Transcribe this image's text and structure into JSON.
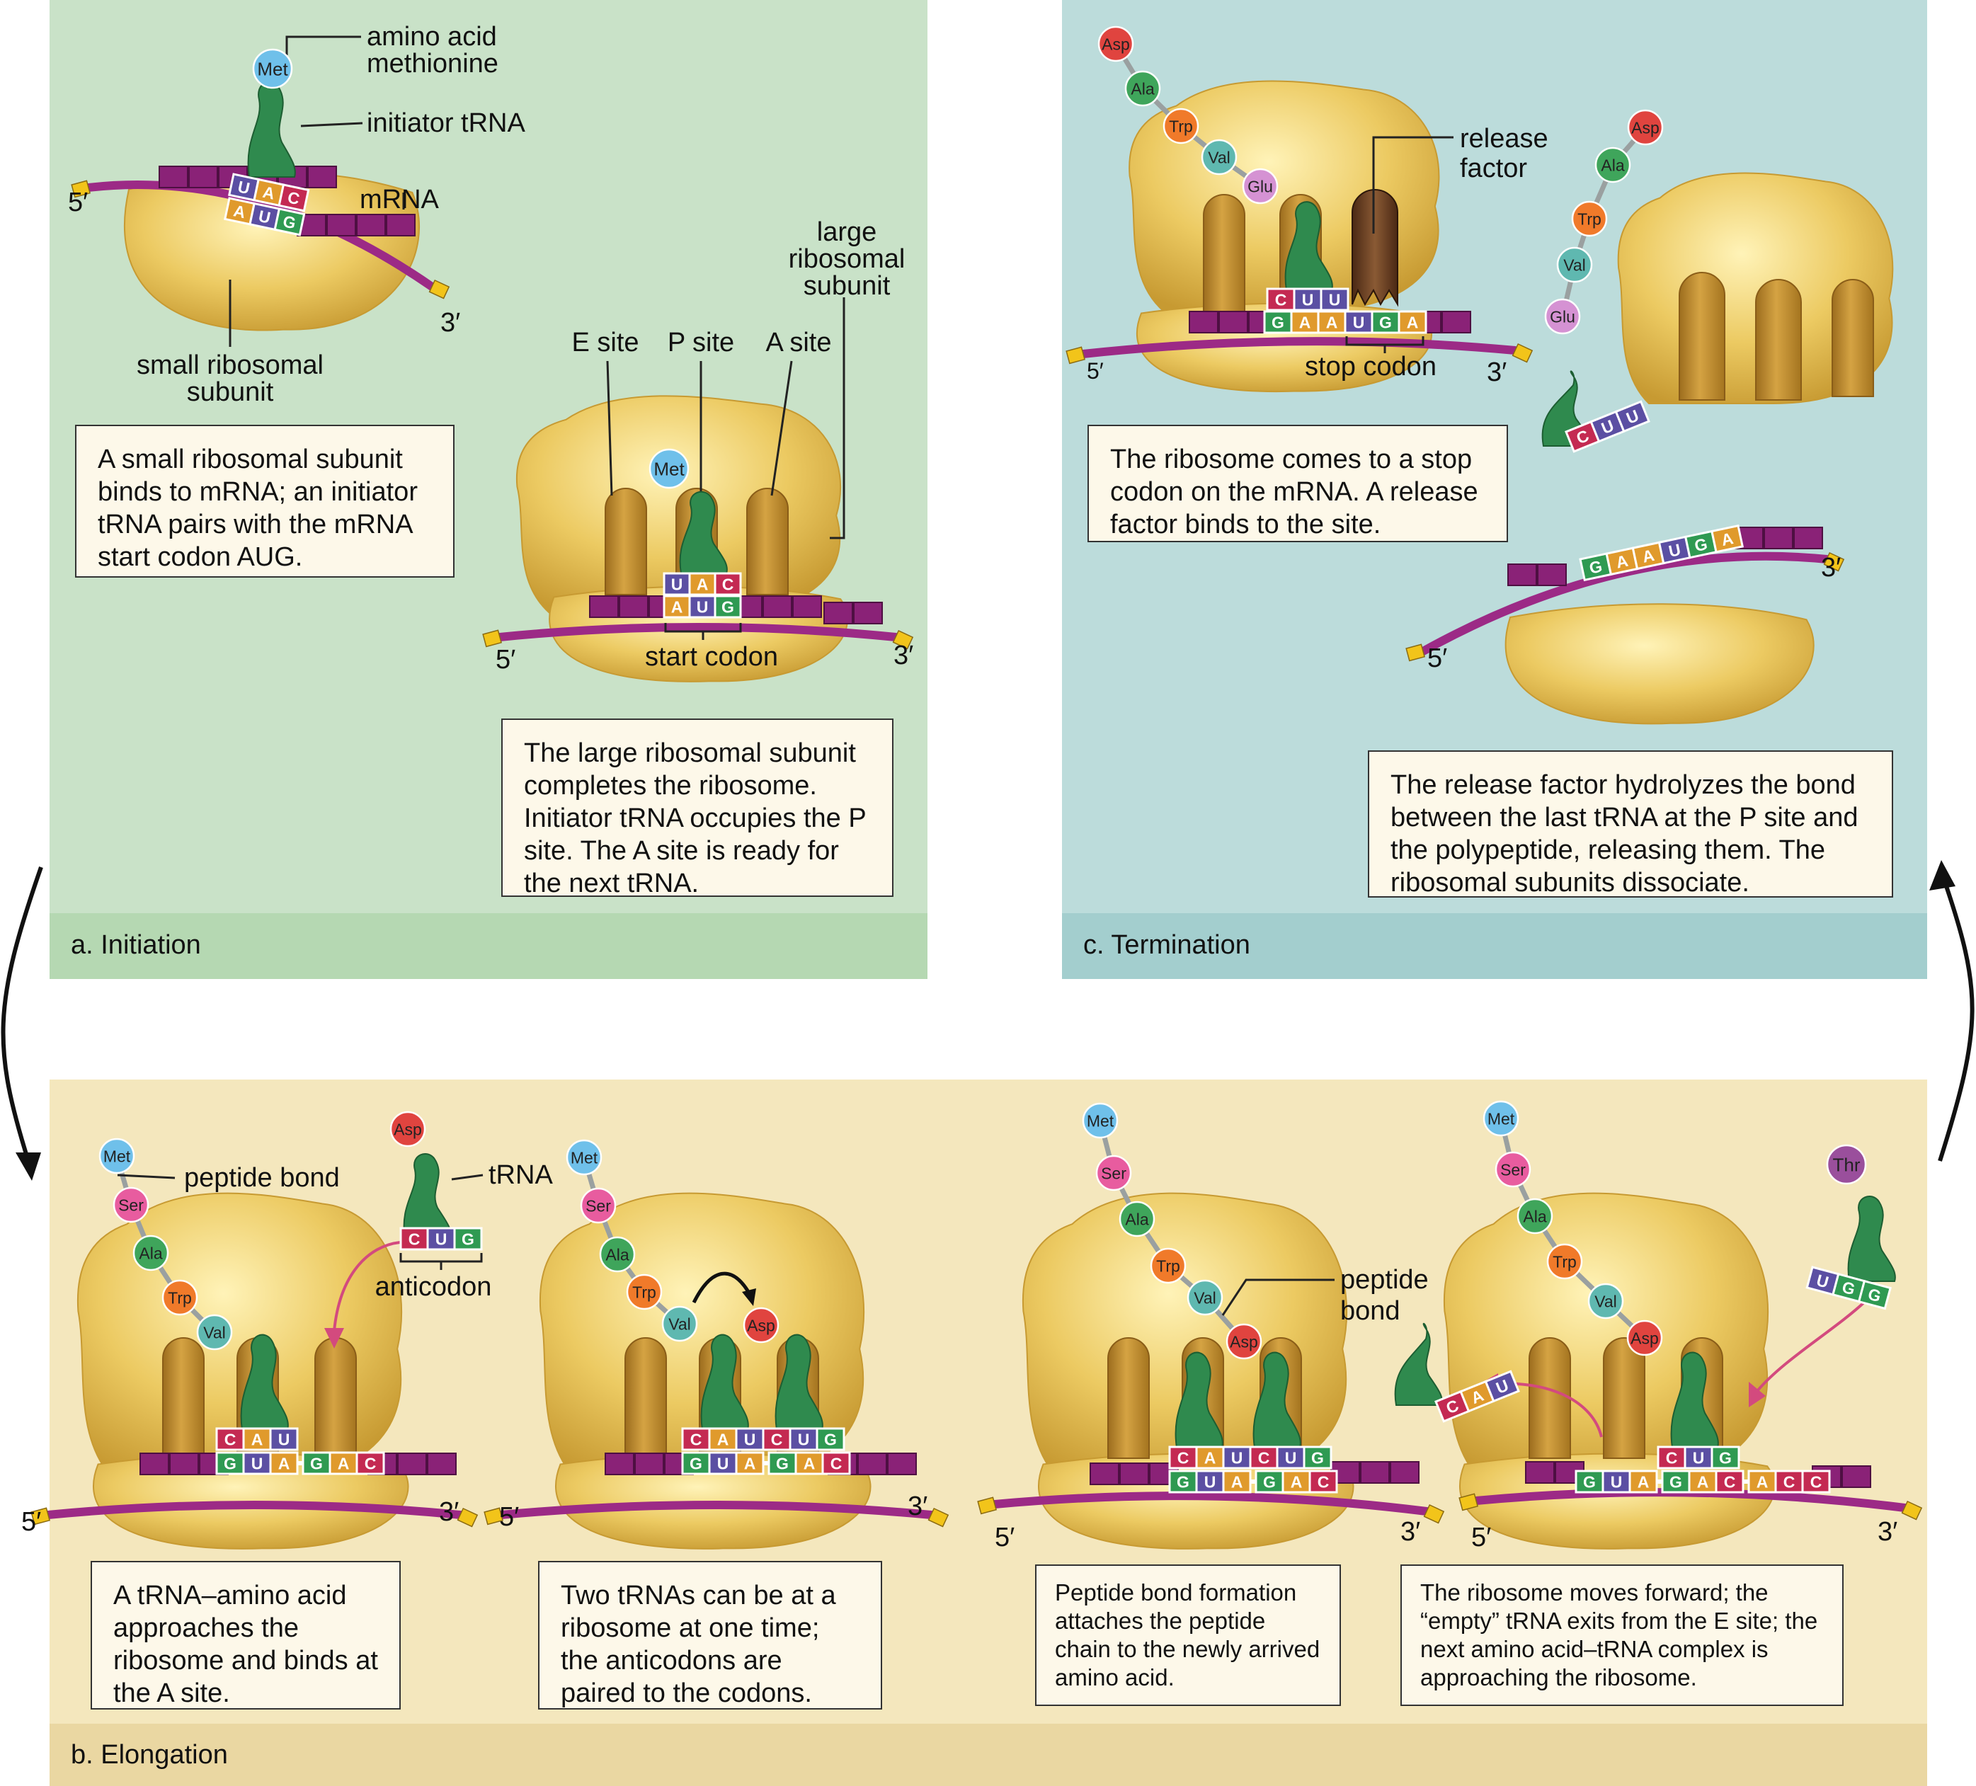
{
  "panels": {
    "initiation": {
      "label": "a. Initiation",
      "caption1": "A small ribosomal subunit binds to mRNA; an initiator tRNA pairs with the mRNA start codon AUG.",
      "caption2": "The large ribosomal subunit completes the ribosome. Initiator tRNA occupies the P site. The A site is ready for the next tRNA."
    },
    "termination": {
      "label": "c. Termination",
      "caption1": "The ribosome comes to a stop codon on the mRNA. A release factor binds to the site.",
      "caption2": "The release factor hydrolyzes the bond between the last tRNA at the P site and the polypeptide, releasing them. The ribosomal subunits dissociate."
    },
    "elongation": {
      "label": "b. Elongation",
      "caption1": "A tRNA–amino acid approaches the ribosome and binds at the A site.",
      "caption2": "Two tRNAs can be at a ribosome at one time; the anticodons are paired to the codons.",
      "caption3": "Peptide bond formation attaches the peptide chain to the newly arrived amino acid.",
      "caption4": "The ribosome moves forward; the “empty” tRNA exits from the E site; the next amino acid–tRNA complex is approaching the ribosome."
    }
  },
  "labels": {
    "amino_acid": "amino acid",
    "methionine": "methionine",
    "initiator_trna": "initiator tRNA",
    "mrna": "mRNA",
    "five_prime": "5′",
    "three_prime": "3′",
    "small_sub_1": "small ribosomal",
    "small_sub_2": "subunit",
    "large_1": "large",
    "large_2": "ribosomal",
    "large_3": "subunit",
    "e_site": "E site",
    "p_site": "P site",
    "a_site": "A site",
    "start_codon": "start codon",
    "release_1": "release",
    "release_2": "factor",
    "stop_codon": "stop codon",
    "peptide_bond": "peptide bond",
    "peptide_1": "peptide",
    "peptide_2": "bond",
    "trna": "tRNA",
    "anticodon": "anticodon"
  },
  "amino_acids": {
    "Met": "Met",
    "Ser": "Ser",
    "Ala": "Ala",
    "Trp": "Trp",
    "Val": "Val",
    "Asp": "Asp",
    "Glu": "Glu",
    "Thr": "Thr"
  },
  "bases": {
    "U": "U",
    "A": "A",
    "C": "C",
    "G": "G"
  },
  "colors": {
    "initiation_bg": "#c9e2c8",
    "initiation_band": "#b5d8b2",
    "termination_bg": "#bcdcdb",
    "termination_band": "#a3cece",
    "elongation_bg": "#f4e7bd",
    "elongation_band": "#ead7a2",
    "ribosome": "#e8c25c",
    "mrna": "#9c2a86",
    "trna": "#2f8a4e",
    "base_U": "#5b4fa3",
    "base_A": "#e09a2c",
    "base_C": "#c42a52",
    "base_G": "#2f9a52",
    "Met": "#6fc0ea",
    "Ser": "#e85c9f",
    "Ala": "#3fa55b",
    "Trp": "#f07a2a",
    "Val": "#5fb8b0",
    "Asp": "#e0443f",
    "Glu": "#d592d3",
    "Thr": "#9a4f9c"
  }
}
